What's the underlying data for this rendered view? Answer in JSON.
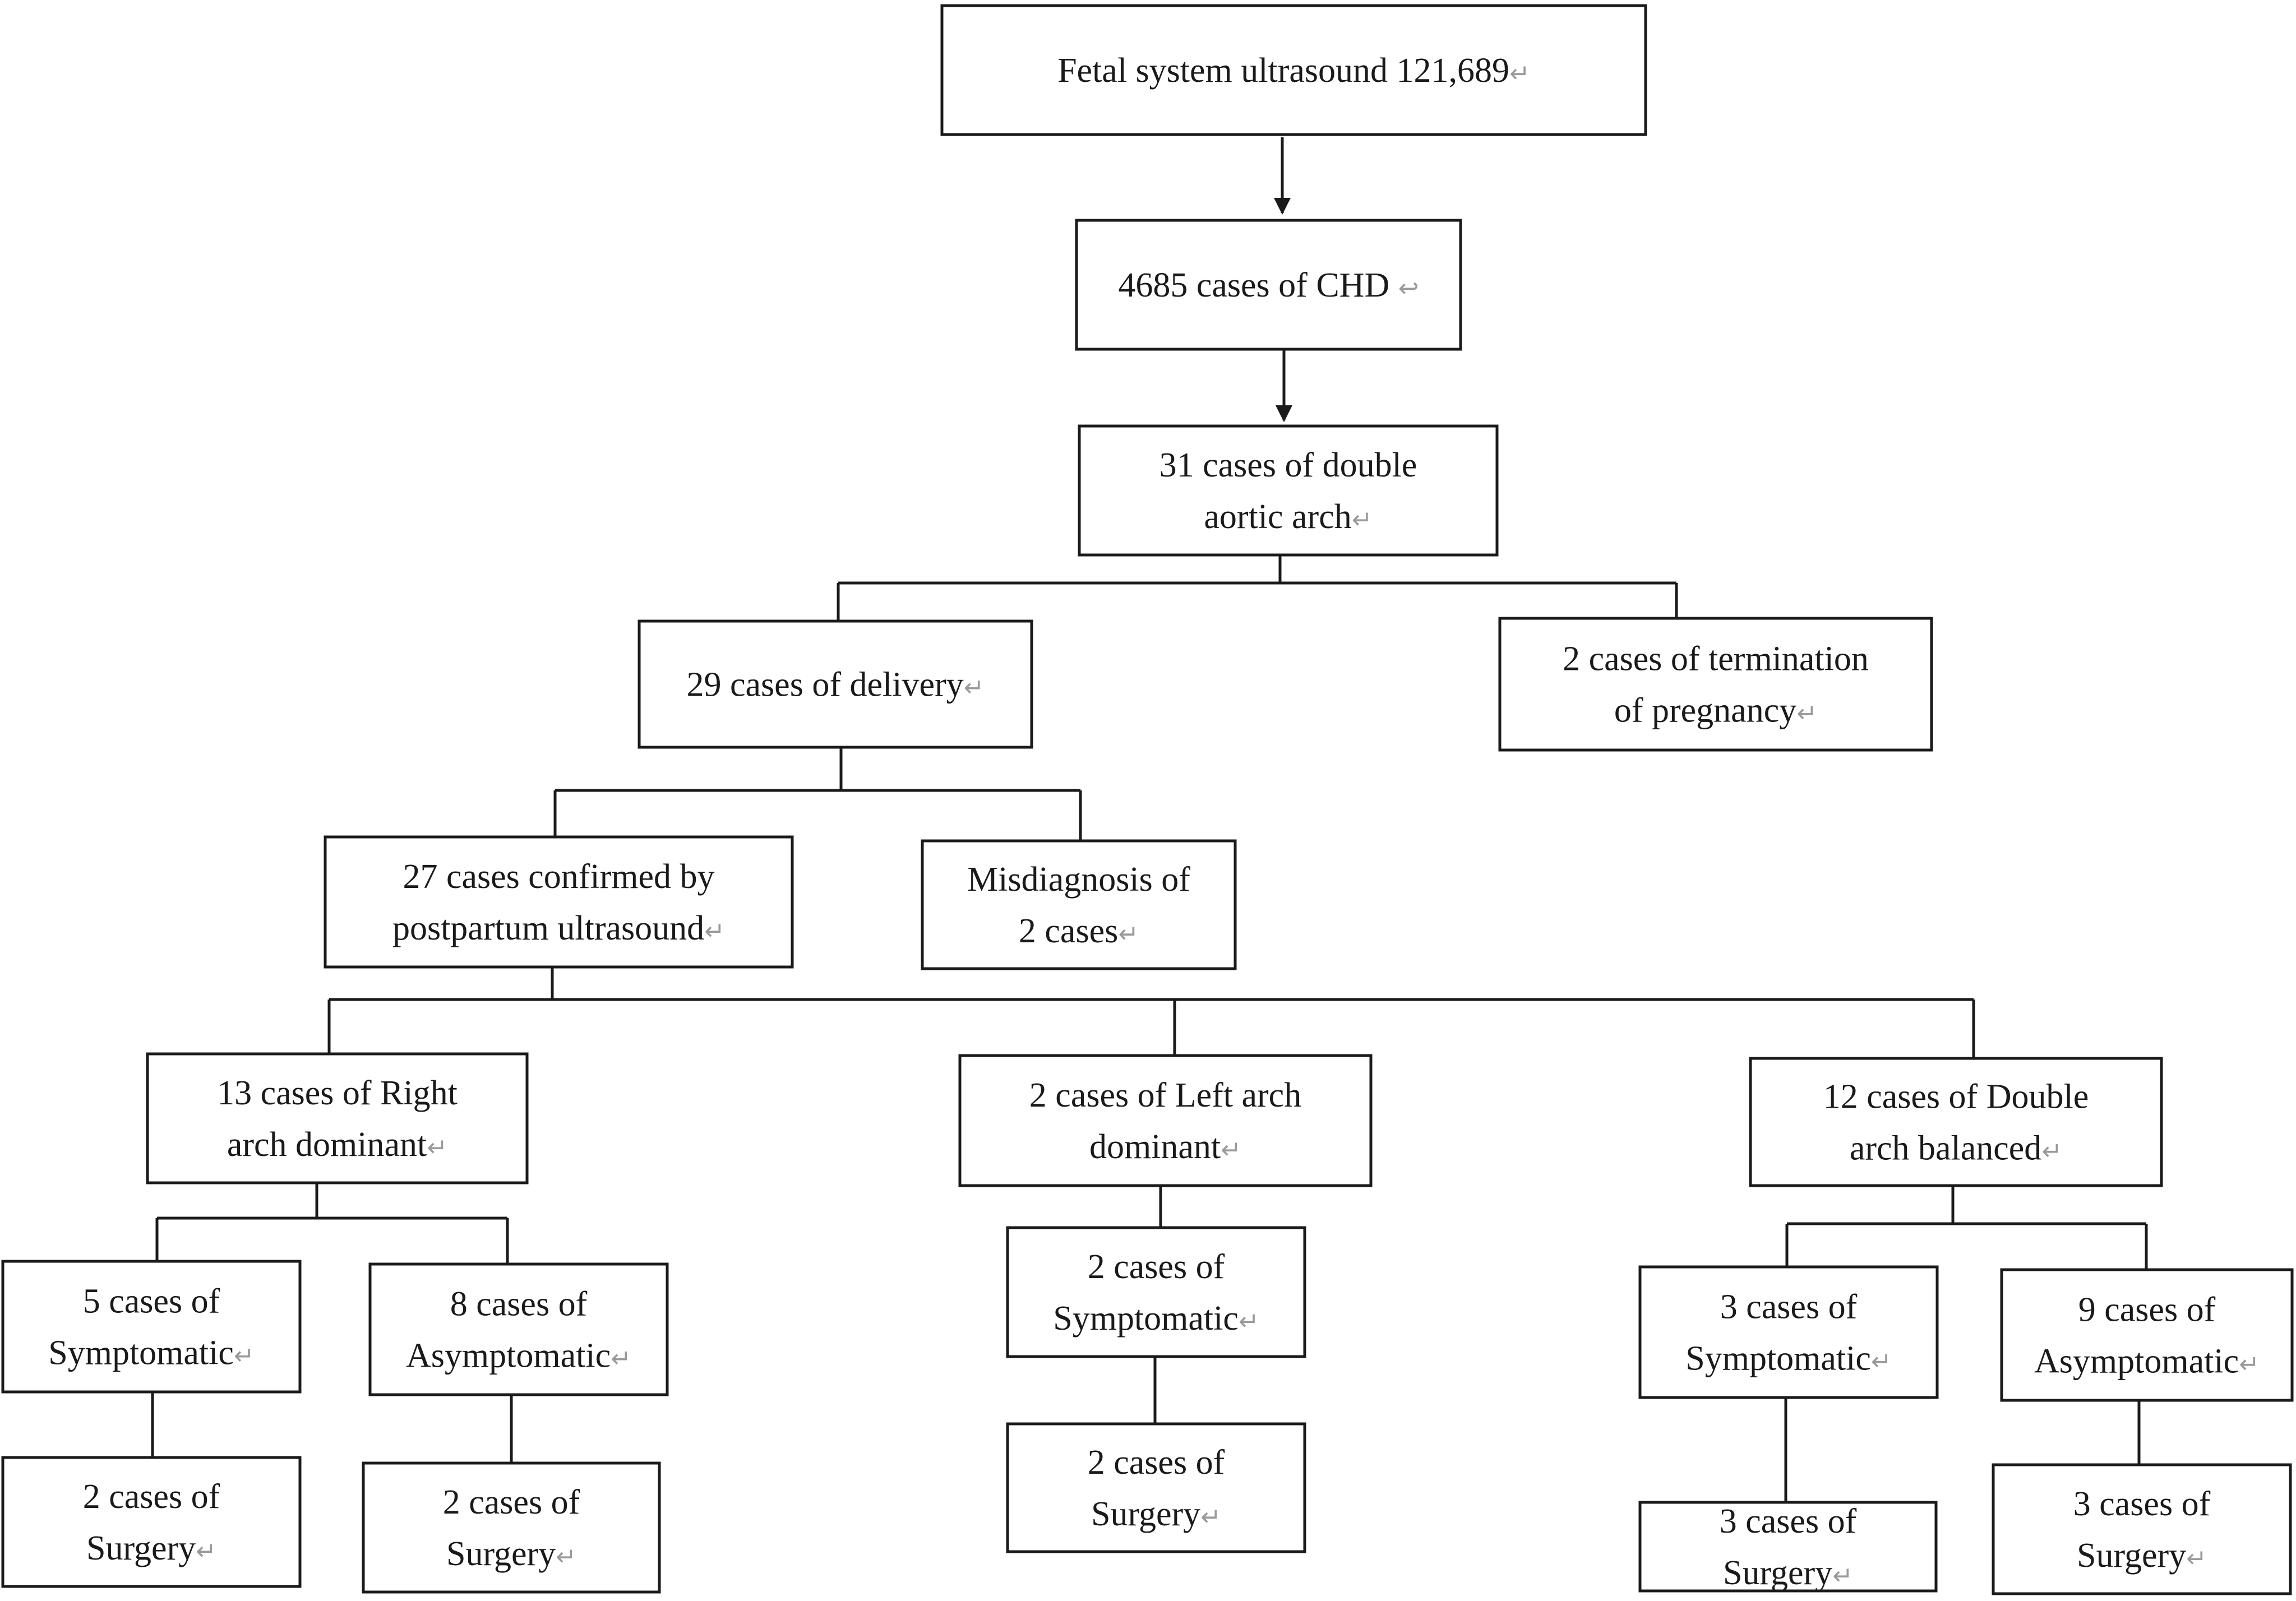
{
  "nodes": {
    "root": {
      "lines": [
        "Fetal system ultrasound 121,689"
      ]
    },
    "chd": {
      "lines": [
        "4685 cases of CHD "
      ]
    },
    "daa": {
      "lines": [
        "31 cases of double",
        "aortic arch"
      ]
    },
    "delivery": {
      "lines": [
        "29 cases of delivery"
      ]
    },
    "termination": {
      "lines": [
        "2 cases of termination",
        "of pregnancy"
      ]
    },
    "confirmed": {
      "lines": [
        "27 cases confirmed by",
        "postpartum ultrasound"
      ]
    },
    "misdiagnosis": {
      "lines": [
        "Misdiagnosis of",
        "2 cases"
      ]
    },
    "right_arch": {
      "lines": [
        "13 cases of Right",
        "arch dominant"
      ]
    },
    "left_arch": {
      "lines": [
        "2 cases of Left arch",
        "dominant"
      ]
    },
    "double_balanced": {
      "lines": [
        "12 cases of Double",
        "arch balanced"
      ]
    },
    "ra_symptomatic": {
      "lines": [
        "5 cases of",
        "Symptomatic"
      ]
    },
    "ra_asymptomatic": {
      "lines": [
        "8 cases of",
        "Asymptomatic"
      ]
    },
    "la_symptomatic": {
      "lines": [
        "2 cases of",
        "Symptomatic"
      ]
    },
    "db_symptomatic": {
      "lines": [
        "3 cases of",
        "Symptomatic"
      ]
    },
    "db_asymptomatic": {
      "lines": [
        "9 cases of",
        "Asymptomatic"
      ]
    },
    "ra_sym_surgery": {
      "lines": [
        "2 cases of",
        "Surgery"
      ]
    },
    "ra_asym_surgery": {
      "lines": [
        "2 cases of",
        "Surgery"
      ]
    },
    "la_sym_surgery": {
      "lines": [
        "2 cases of",
        "Surgery"
      ]
    },
    "db_sym_surgery": {
      "lines": [
        "3 cases of",
        "Surgery"
      ]
    },
    "db_asym_surgery": {
      "lines": [
        "3 cases of",
        "Surgery"
      ]
    }
  },
  "paragraph_mark": "↵",
  "paragraph_mark_alt": "↩"
}
